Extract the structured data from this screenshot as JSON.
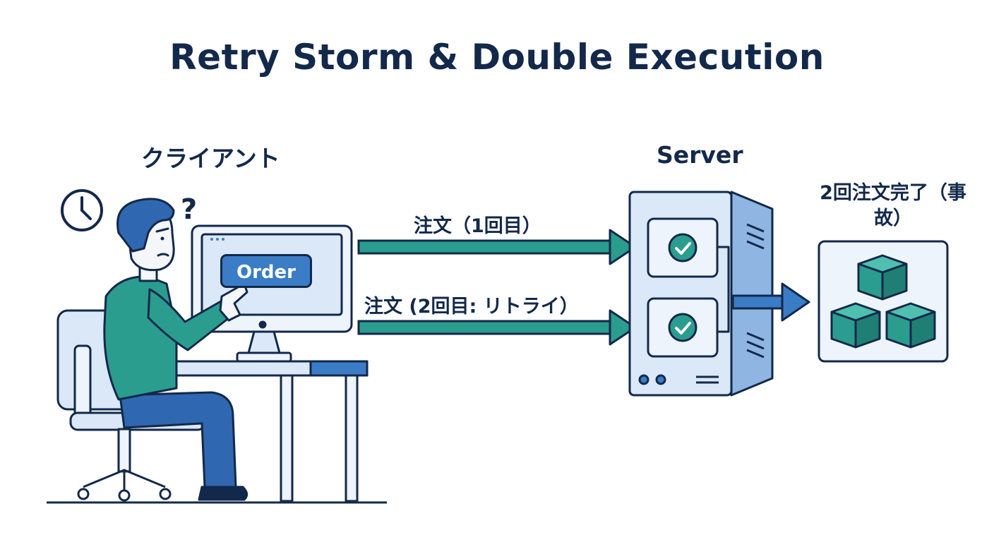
{
  "title": "Retry Storm & Double Execution",
  "client": {
    "label": "クライアント",
    "order_button": "Order",
    "question_mark": "?"
  },
  "server": {
    "label": "Server"
  },
  "arrows": {
    "first_request": "注文（1回目）",
    "second_request": "注文 (2回目: リトライ）"
  },
  "result": {
    "label": "2回注文完了（事故）"
  },
  "colors": {
    "navy": "#13294b",
    "teal": "#2a9d8f",
    "blue": "#3a7cc6",
    "light_blue": "#dbe8f7",
    "pale": "#eef4fb"
  }
}
